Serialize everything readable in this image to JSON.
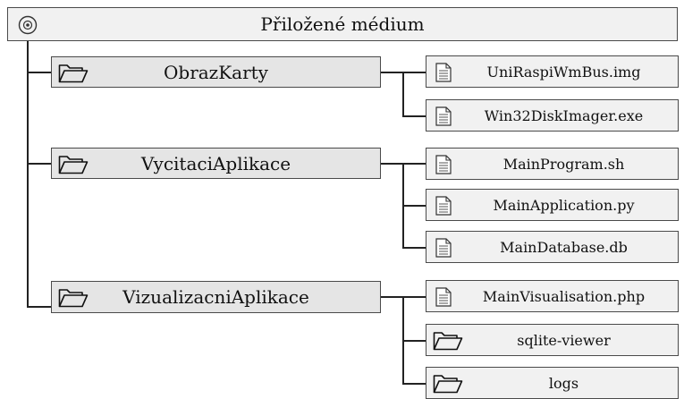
{
  "root": {
    "label": "Přiložené médium",
    "icon": "disc-icon"
  },
  "folders": [
    {
      "label": "ObrazKarty",
      "icon": "folder-open-icon",
      "children": [
        {
          "label": "UniRaspiWmBus.img",
          "icon": "file-icon"
        },
        {
          "label": "Win32DiskImager.exe",
          "icon": "file-icon"
        }
      ]
    },
    {
      "label": "VycitaciAplikace",
      "icon": "folder-open-icon",
      "children": [
        {
          "label": "MainProgram.sh",
          "icon": "file-icon"
        },
        {
          "label": "MainApplication.py",
          "icon": "file-icon"
        },
        {
          "label": "MainDatabase.db",
          "icon": "file-icon"
        }
      ]
    },
    {
      "label": "VizualizacniAplikace",
      "icon": "folder-open-icon",
      "children": [
        {
          "label": "MainVisualisation.php",
          "icon": "file-icon"
        },
        {
          "label": "sqlite-viewer",
          "icon": "folder-open-icon"
        },
        {
          "label": "logs",
          "icon": "folder-open-icon"
        }
      ]
    }
  ]
}
